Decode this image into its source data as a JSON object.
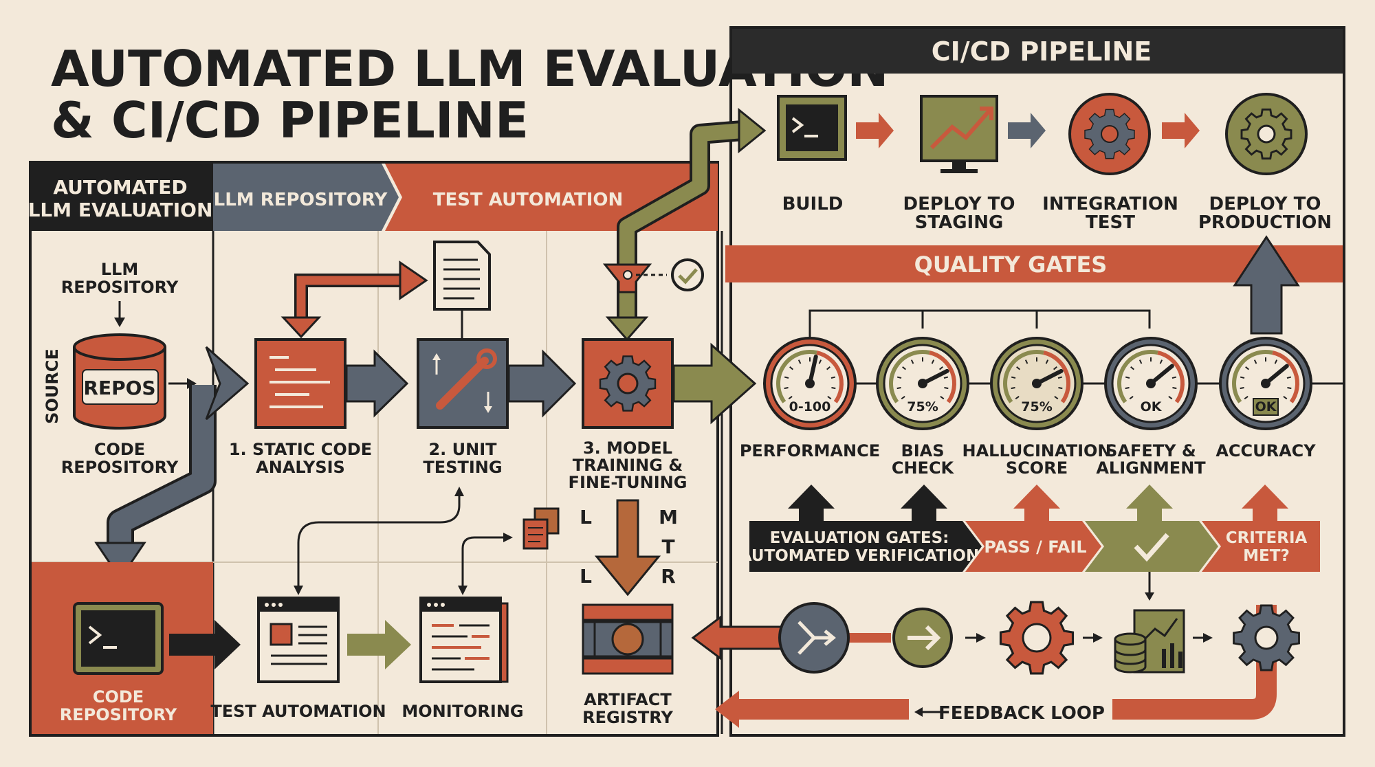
{
  "title": {
    "line1": "AUTOMATED LLM EVALUATION",
    "line2": "& CI/CD PIPELINE"
  },
  "cicd": {
    "header": "CI/CD PIPELINE",
    "stages": [
      {
        "line1": "BUILD",
        "line2": ""
      },
      {
        "line1": "DEPLOY TO",
        "line2": "STAGING"
      },
      {
        "line1": "INTEGRATION",
        "line2": "TEST"
      },
      {
        "line1": "DEPLOY TO",
        "line2": "PRODUCTION"
      }
    ],
    "quality_gates": "QUALITY GATES"
  },
  "tabs": {
    "auto_eval": {
      "line1": "AUTOMATED",
      "line2": "LLM EVALUATION"
    },
    "llm_repo": "LLM REPOSITORY",
    "test_auto": "TEST AUTOMATION"
  },
  "source": {
    "side_label": "SOURCE",
    "llm_repo": {
      "line1": "LLM",
      "line2": "REPOSITORY"
    },
    "repos": "REPOS",
    "code_repo": {
      "line1": "CODE",
      "line2": "REPOSITORY"
    }
  },
  "steps": [
    {
      "line1": "1. STATIC CODE",
      "line2": "ANALYSIS",
      "line3": ""
    },
    {
      "line1": "2. UNIT",
      "line2": "TESTING",
      "line3": ""
    },
    {
      "line1": "3. MODEL",
      "line2": "TRAINING &",
      "line3": "FINE-TUNING"
    }
  ],
  "side_letters": {
    "left": [
      "L",
      "L"
    ],
    "right": [
      "M",
      "T",
      "R"
    ]
  },
  "gauges": [
    {
      "value_text": "0-100",
      "value": 0.55,
      "line1": "PERFORMANCE",
      "line2": ""
    },
    {
      "value_text": "75%",
      "value": 0.75,
      "line1": "BIAS",
      "line2": "CHECK"
    },
    {
      "value_text": "75%",
      "value": 0.75,
      "line1": "HALLUCINATION",
      "line2": "SCORE"
    },
    {
      "value_text": "OK",
      "value": 0.7,
      "line1": "SAFETY &",
      "line2": "ALIGNMENT"
    },
    {
      "value_text": "OK",
      "value": 0.7,
      "line1": "ACCURACY",
      "line2": ""
    }
  ],
  "eval_bar": {
    "gates": {
      "line1": "EVALUATION GATES:",
      "line2": "AUTOMATED VERIFICATION"
    },
    "pass_fail": "PASS / FAIL",
    "criteria": {
      "line1": "CRITERIA",
      "line2": "MET?"
    }
  },
  "bottom": {
    "code_repo": {
      "line1": "CODE",
      "line2": "REPOSITORY"
    },
    "test_automation": "TEST AUTOMATION",
    "monitoring": "MONITORING",
    "artifact": {
      "line1": "ARTIFACT",
      "line2": "REGISTRY"
    }
  },
  "feedback_loop": "FEEDBACK LOOP",
  "colors": {
    "background": "#f3e9da",
    "dark": "#1f1f1f",
    "rust": "#c8593d",
    "slate": "#5b6470",
    "olive": "#8a8a4f",
    "copper": "#b5683b"
  }
}
